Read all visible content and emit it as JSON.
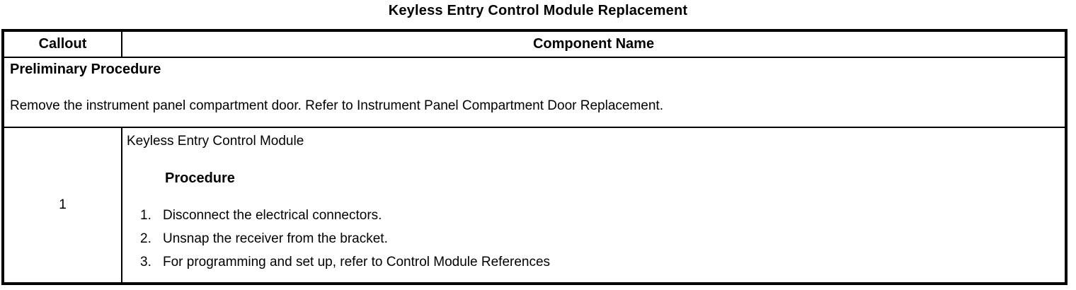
{
  "title": "Keyless Entry Control Module Replacement",
  "table": {
    "headers": {
      "callout": "Callout",
      "component": "Component Name"
    },
    "preliminary": {
      "heading": "Preliminary Procedure",
      "text": "Remove the instrument panel compartment door. Refer to Instrument Panel Compartment Door Replacement."
    },
    "row": {
      "callout": "1",
      "component_name": "Keyless Entry Control Module",
      "procedure_label": "Procedure",
      "steps": [
        {
          "num": "1.",
          "text": "Disconnect the electrical connectors."
        },
        {
          "num": "2.",
          "text": "Unsnap the receiver from the bracket."
        },
        {
          "num": "3.",
          "text": "For programming and set up, refer to Control Module References"
        }
      ]
    }
  },
  "colors": {
    "border": "#000000",
    "text": "#000000",
    "background": "#ffffff"
  }
}
